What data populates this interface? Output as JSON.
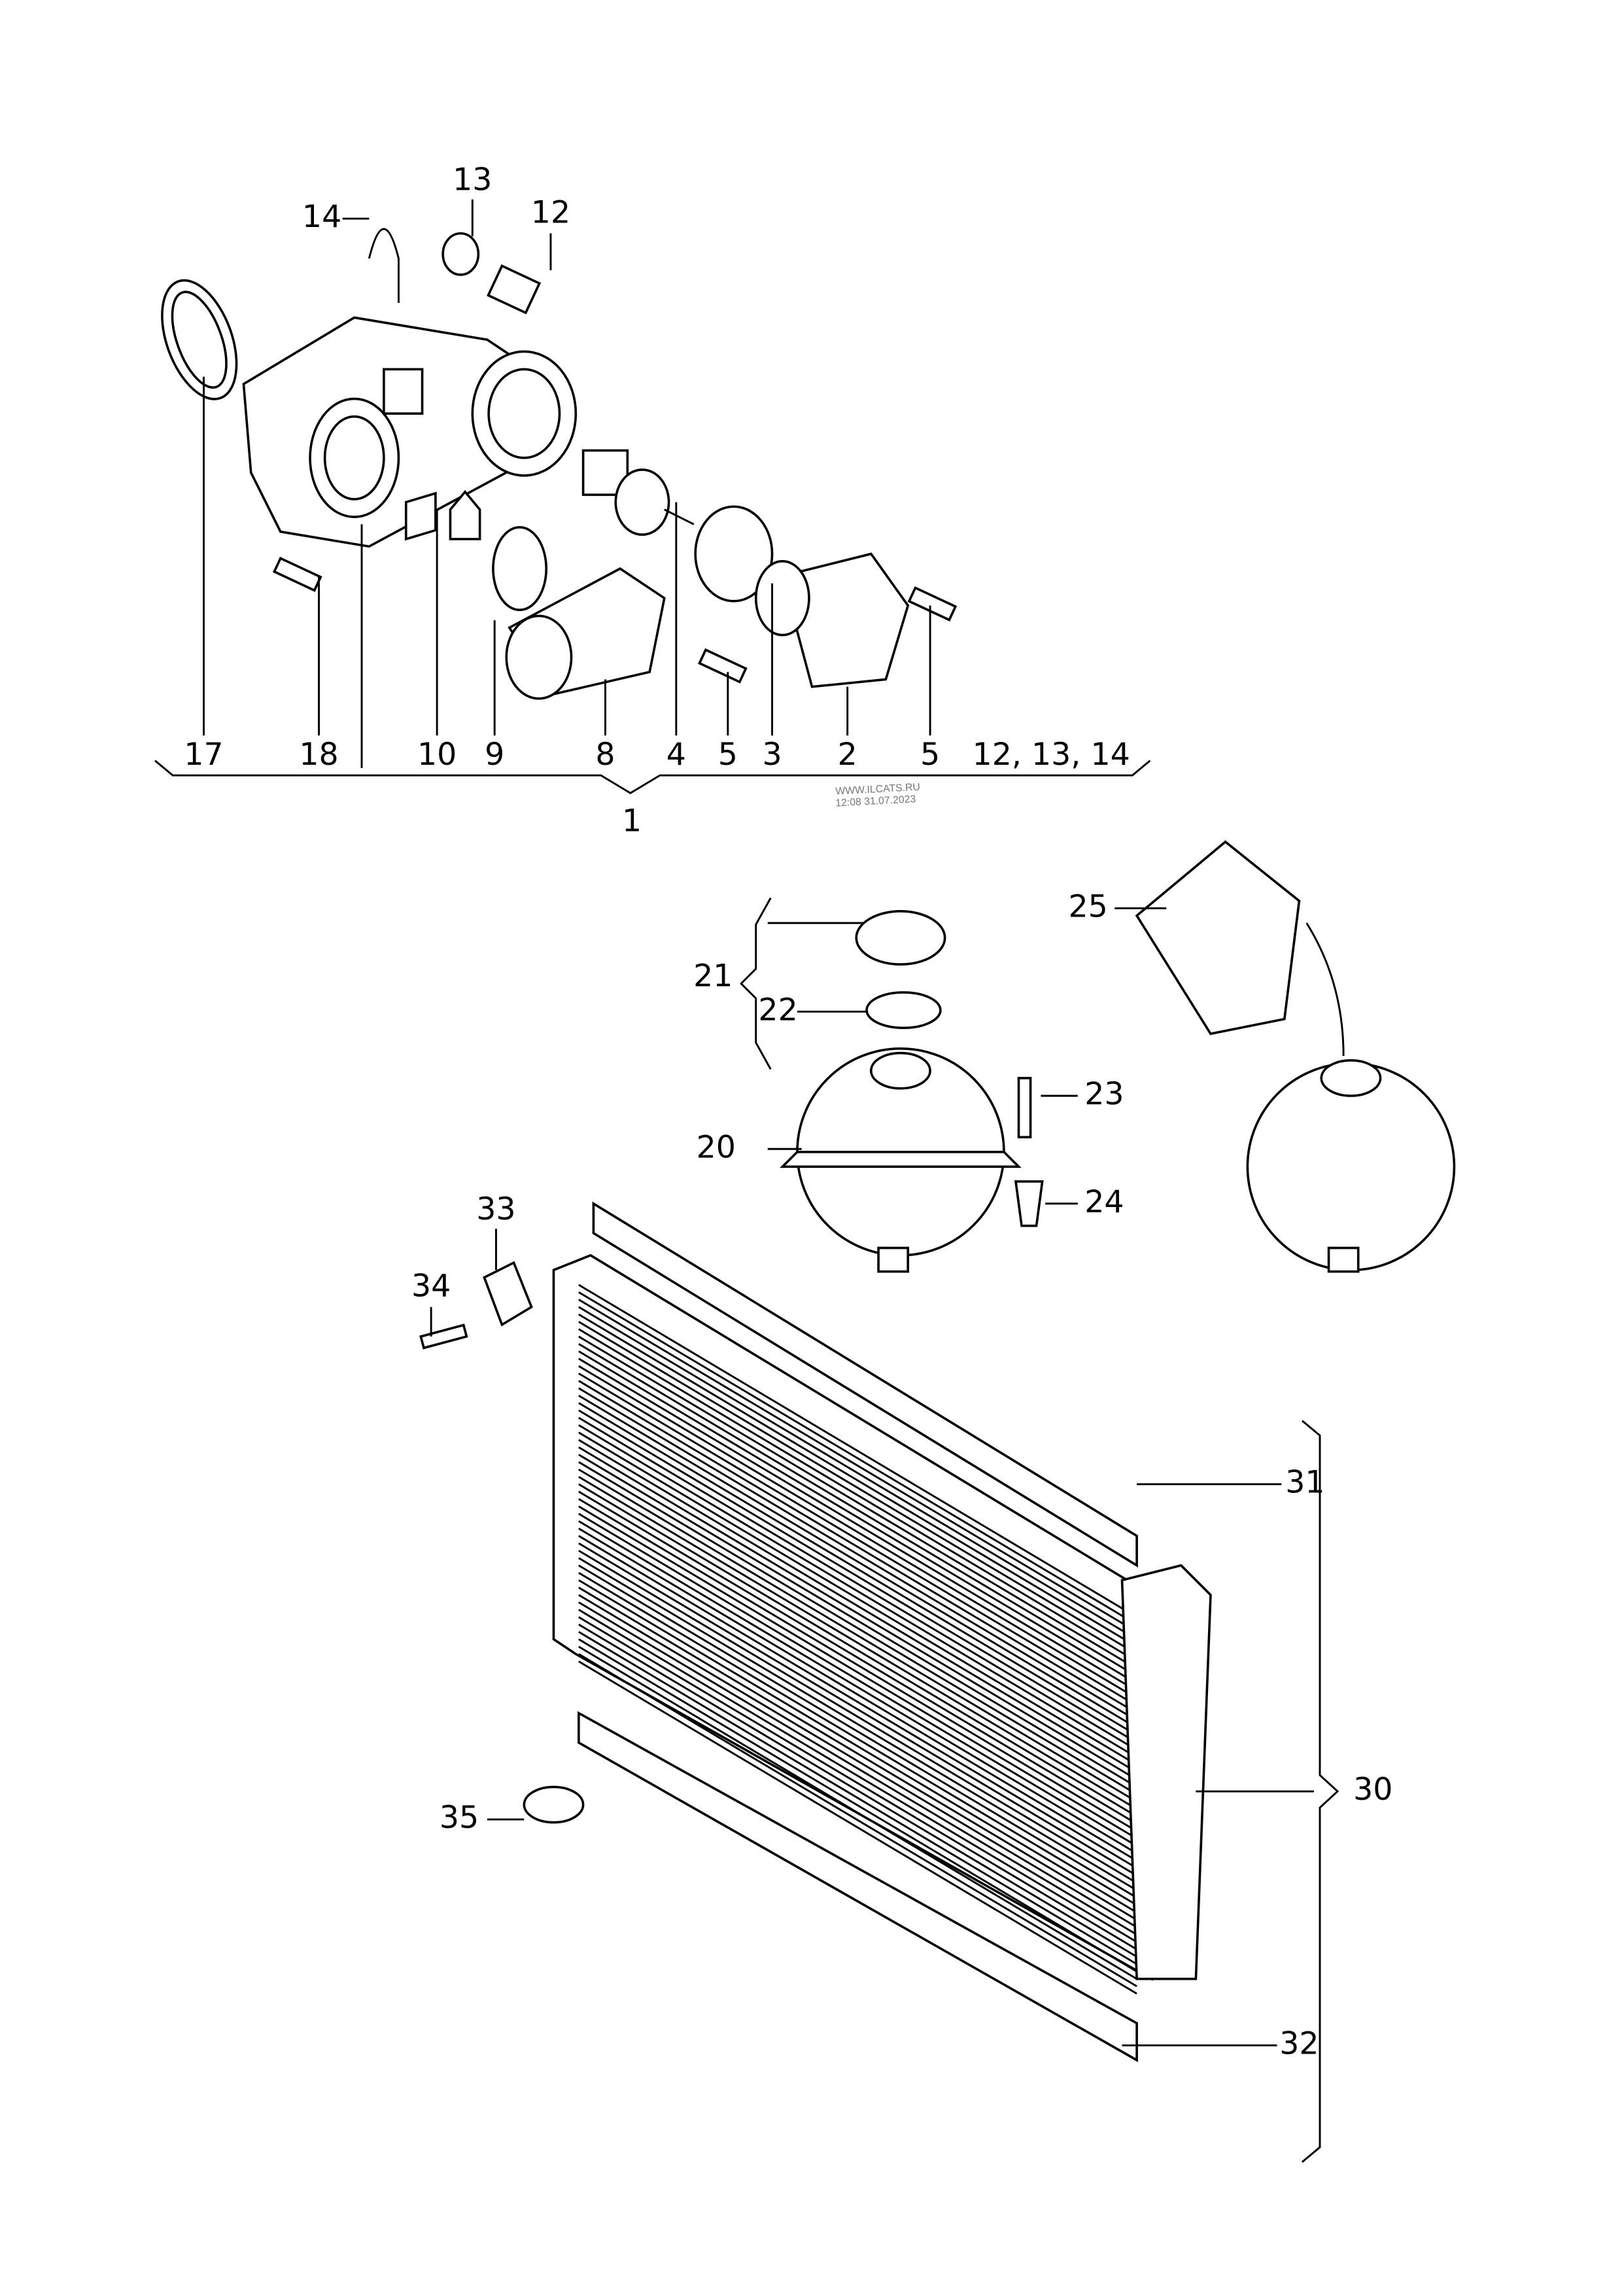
{
  "watermark": {
    "site": "WWW.ILCATS.RU",
    "timestamp": "12:08 31.07.2023"
  },
  "callouts": [
    "14",
    "13",
    "12",
    "17",
    "18",
    "10",
    "9",
    "8",
    "4",
    "5",
    "3",
    "2",
    "5",
    "12, 13, 14",
    "1",
    "25",
    "21",
    "22",
    "23",
    "20",
    "24",
    "33",
    "34",
    "31",
    "30",
    "35",
    "32"
  ]
}
